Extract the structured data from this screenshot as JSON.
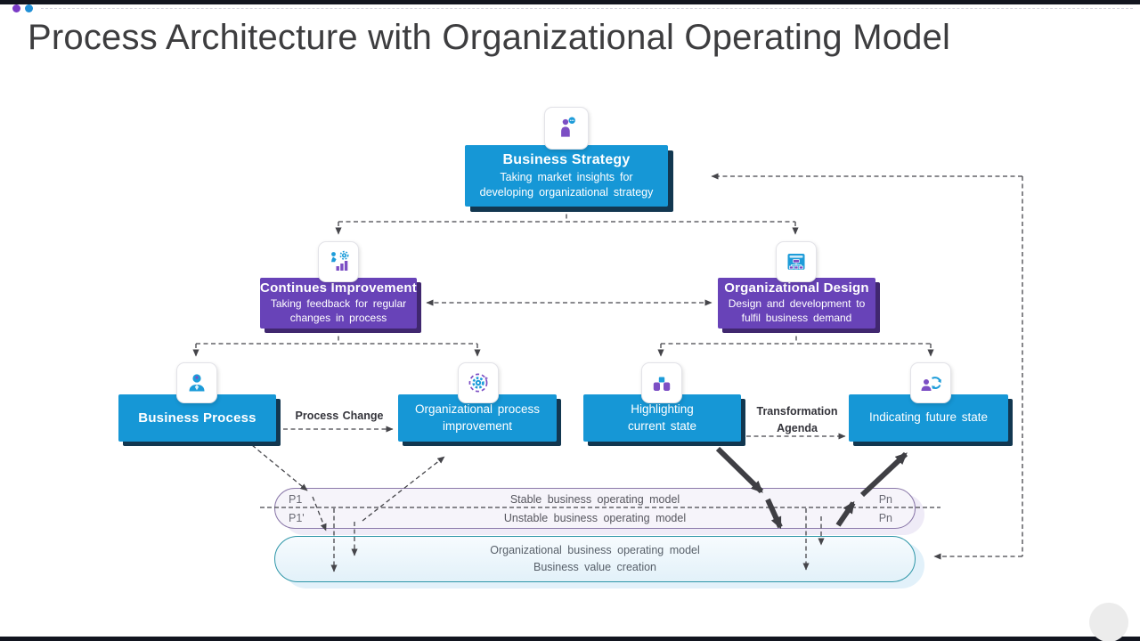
{
  "slide": {
    "title": "Process Architecture with Organizational Operating Model"
  },
  "nodes": {
    "business_strategy": {
      "title": "Business Strategy",
      "desc": "Taking market insights for developing organizational strategy",
      "icon": "person-chat-icon"
    },
    "continues_improvement": {
      "title": "Continues Improvement",
      "desc": "Taking feedback for regular changes in process",
      "icon": "growth-gear-icon"
    },
    "organizational_design": {
      "title": "Organizational Design",
      "desc": "Design and development to fulfil business demand",
      "icon": "org-chart-icon"
    },
    "business_process": {
      "title": "Business Process",
      "icon": "person-avatar-icon"
    },
    "organizational_process_improvement": {
      "title": "Organizational process improvement",
      "icon": "gear-cycle-icon"
    },
    "highlighting_current_state": {
      "title": "Highlighting current state",
      "icon": "podium-icon"
    },
    "indicating_future_state": {
      "title": "Indicating future state",
      "icon": "person-refresh-icon"
    }
  },
  "edge_labels": {
    "process_change": "Process Change",
    "transformation_agenda": "Transformation Agenda"
  },
  "bands": {
    "stable": {
      "left": "P1",
      "label": "Stable business operating model",
      "right": "Pn"
    },
    "unstable": {
      "left": "P1'",
      "label": "Unstable business operating model",
      "right": "Pn"
    },
    "bottom": {
      "line1": "Organizational business operating model",
      "line2": "Business value creation"
    }
  },
  "colors": {
    "cyan": "#1697D6",
    "cyan_shadow": "#123750",
    "purple": "#6843B8",
    "purple_shadow": "#40276F",
    "lavender_border": "#8B79A9",
    "teal_border": "#2E96A8",
    "arrow": "#45454A",
    "dot_purple": "#7A3BC6",
    "dot_blue": "#1F8FD6"
  }
}
